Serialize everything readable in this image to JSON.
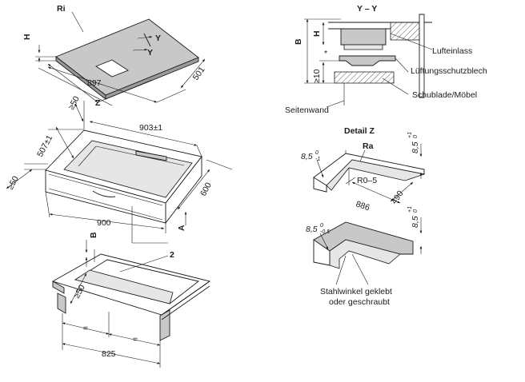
{
  "hob": {
    "ri": "Ri",
    "h": "H",
    "y1": "Y",
    "y2": "Y",
    "width": "897",
    "depth": "501"
  },
  "cutout": {
    "z": "Z",
    "min_back": "≥50",
    "min_left": "≥50",
    "inner_depth": "507±1",
    "inner_width": "903±1",
    "outer_depth": "600",
    "outer_width": "900",
    "a": "A"
  },
  "frame": {
    "b": "B",
    "two": "2",
    "min_front": "≥50",
    "eq1": "=",
    "eq2": "=",
    "width": "825"
  },
  "section": {
    "title": "Y – Y",
    "b": "B",
    "h": "H",
    "min10": "≥10",
    "star": "*",
    "air_inlet": "Lufteinlass",
    "vent_plate": "Lüftungsschutzblech",
    "drawer": "Schublade/Möbel",
    "side_wall": "Seitenwand"
  },
  "detail_z": {
    "title": "Detail Z",
    "ra": "Ra",
    "dim_left_a": "8,5",
    "tol_left_a_up": "0",
    "tol_left_a_dn": "-1",
    "dim_right_a": "8,5",
    "tol_right_a_up": "+1",
    "tol_right_a_dn": "0",
    "radius": "R0–5",
    "width": "886",
    "depth": "490",
    "dim_left_b": "8,5",
    "tol_left_b_up": "0",
    "tol_left_b_dn": "-0,5",
    "dim_right_b": "8,5",
    "tol_right_b_up": "+1",
    "tol_right_b_dn": "0",
    "note_line1": "Stahlwinkel geklebt",
    "note_line2": "oder geschraubt"
  }
}
